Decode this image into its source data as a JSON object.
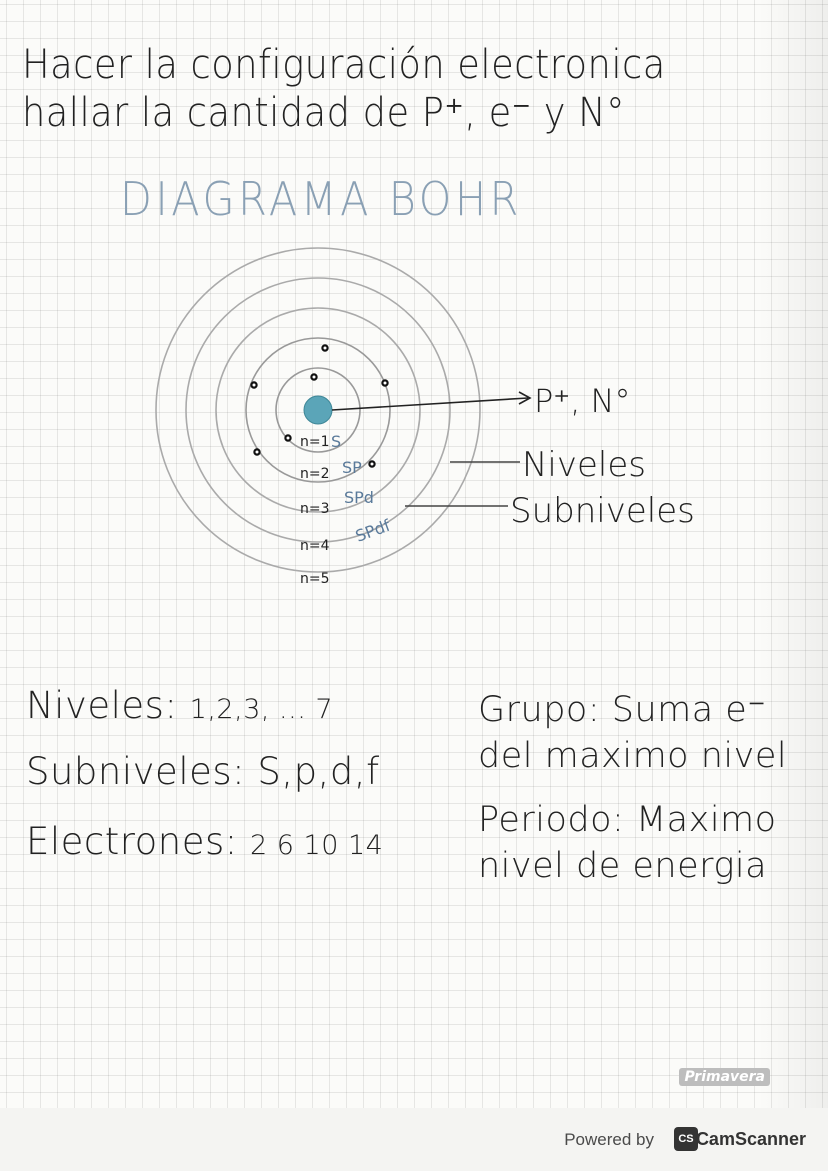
{
  "page": {
    "title_line1": "Hacer la configuración electronica",
    "title_line2": "hallar la cantidad de P⁺, e⁻ y N°",
    "bohr_heading": "DIAGRAMA BOHR"
  },
  "diagram": {
    "nucleus_label": "P⁺, N°",
    "niveles_label": "Niveles",
    "subniveles_label": "Subniveles",
    "level_labels": [
      "n=1",
      "n=2",
      "n=3",
      "n=4",
      "n=5"
    ],
    "sublevel_labels": [
      "S",
      "SP",
      "SPd",
      "SPdf"
    ],
    "colors": {
      "nucleus": "#5ba5b8",
      "rings": "#aaaaaa",
      "ink": "#222222"
    }
  },
  "left_block": {
    "niveles_label": "Niveles:",
    "niveles_values": "1,2,3, ... 7",
    "subniveles_label": "Subniveles:",
    "subniveles_values": "S,p,d,f",
    "electrones_label": "Electrones:",
    "electrones_values": "2  6  10  14"
  },
  "right_block": {
    "grupo_line1": "Grupo: Suma e⁻",
    "grupo_line2": "del maximo nivel",
    "periodo_line1": "Periodo: Maximo",
    "periodo_line2": "nivel de energia"
  },
  "branding": {
    "notebook_brand": "Primavera",
    "powered_by": "Powered by",
    "app_logo": "CS",
    "app_name": "CamScanner"
  }
}
